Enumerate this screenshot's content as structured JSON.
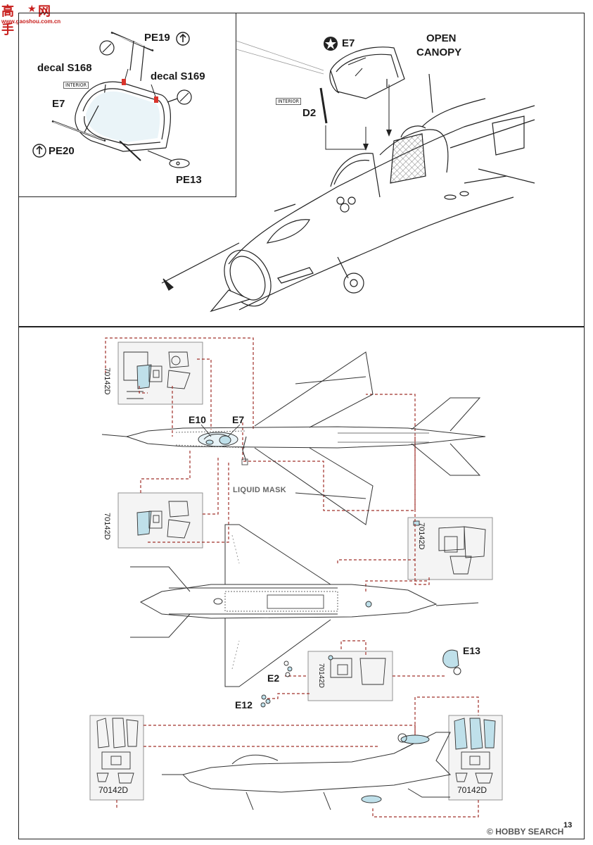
{
  "watermark_top": {
    "brand_cjk": "高手",
    "brand_cjk2": "网",
    "url": "www.gaoshou.com.cn"
  },
  "watermark_bottom": {
    "copyright": "©",
    "text": "HOBBY SEARCH"
  },
  "top_inset": {
    "pe19": "PE19",
    "decal_s168": "decal S168",
    "decal_s169": "decal S169",
    "interior": "INTERIOR",
    "e7": "E7",
    "pe20": "PE20",
    "pe13": "PE13"
  },
  "top_main": {
    "e7": "E7",
    "open_canopy_line1": "OPEN",
    "open_canopy_line2": "CANOPY",
    "interior": "INTERIOR",
    "d2": "D2"
  },
  "bottom": {
    "e10": "E10",
    "e7": "E7",
    "liquid_mask": "LIQUID MASK",
    "e13": "E13",
    "e2": "E2",
    "e12": "E12"
  },
  "mask_code": "70142",
  "mask_code_d": "70142D",
  "page_number": "13",
  "colors": {
    "line": "#222222",
    "mask_blue": "#bfe0ea",
    "dash_red": "#a0302a",
    "watermark_red": "#c8201e",
    "pe_red": "#d9342b"
  }
}
